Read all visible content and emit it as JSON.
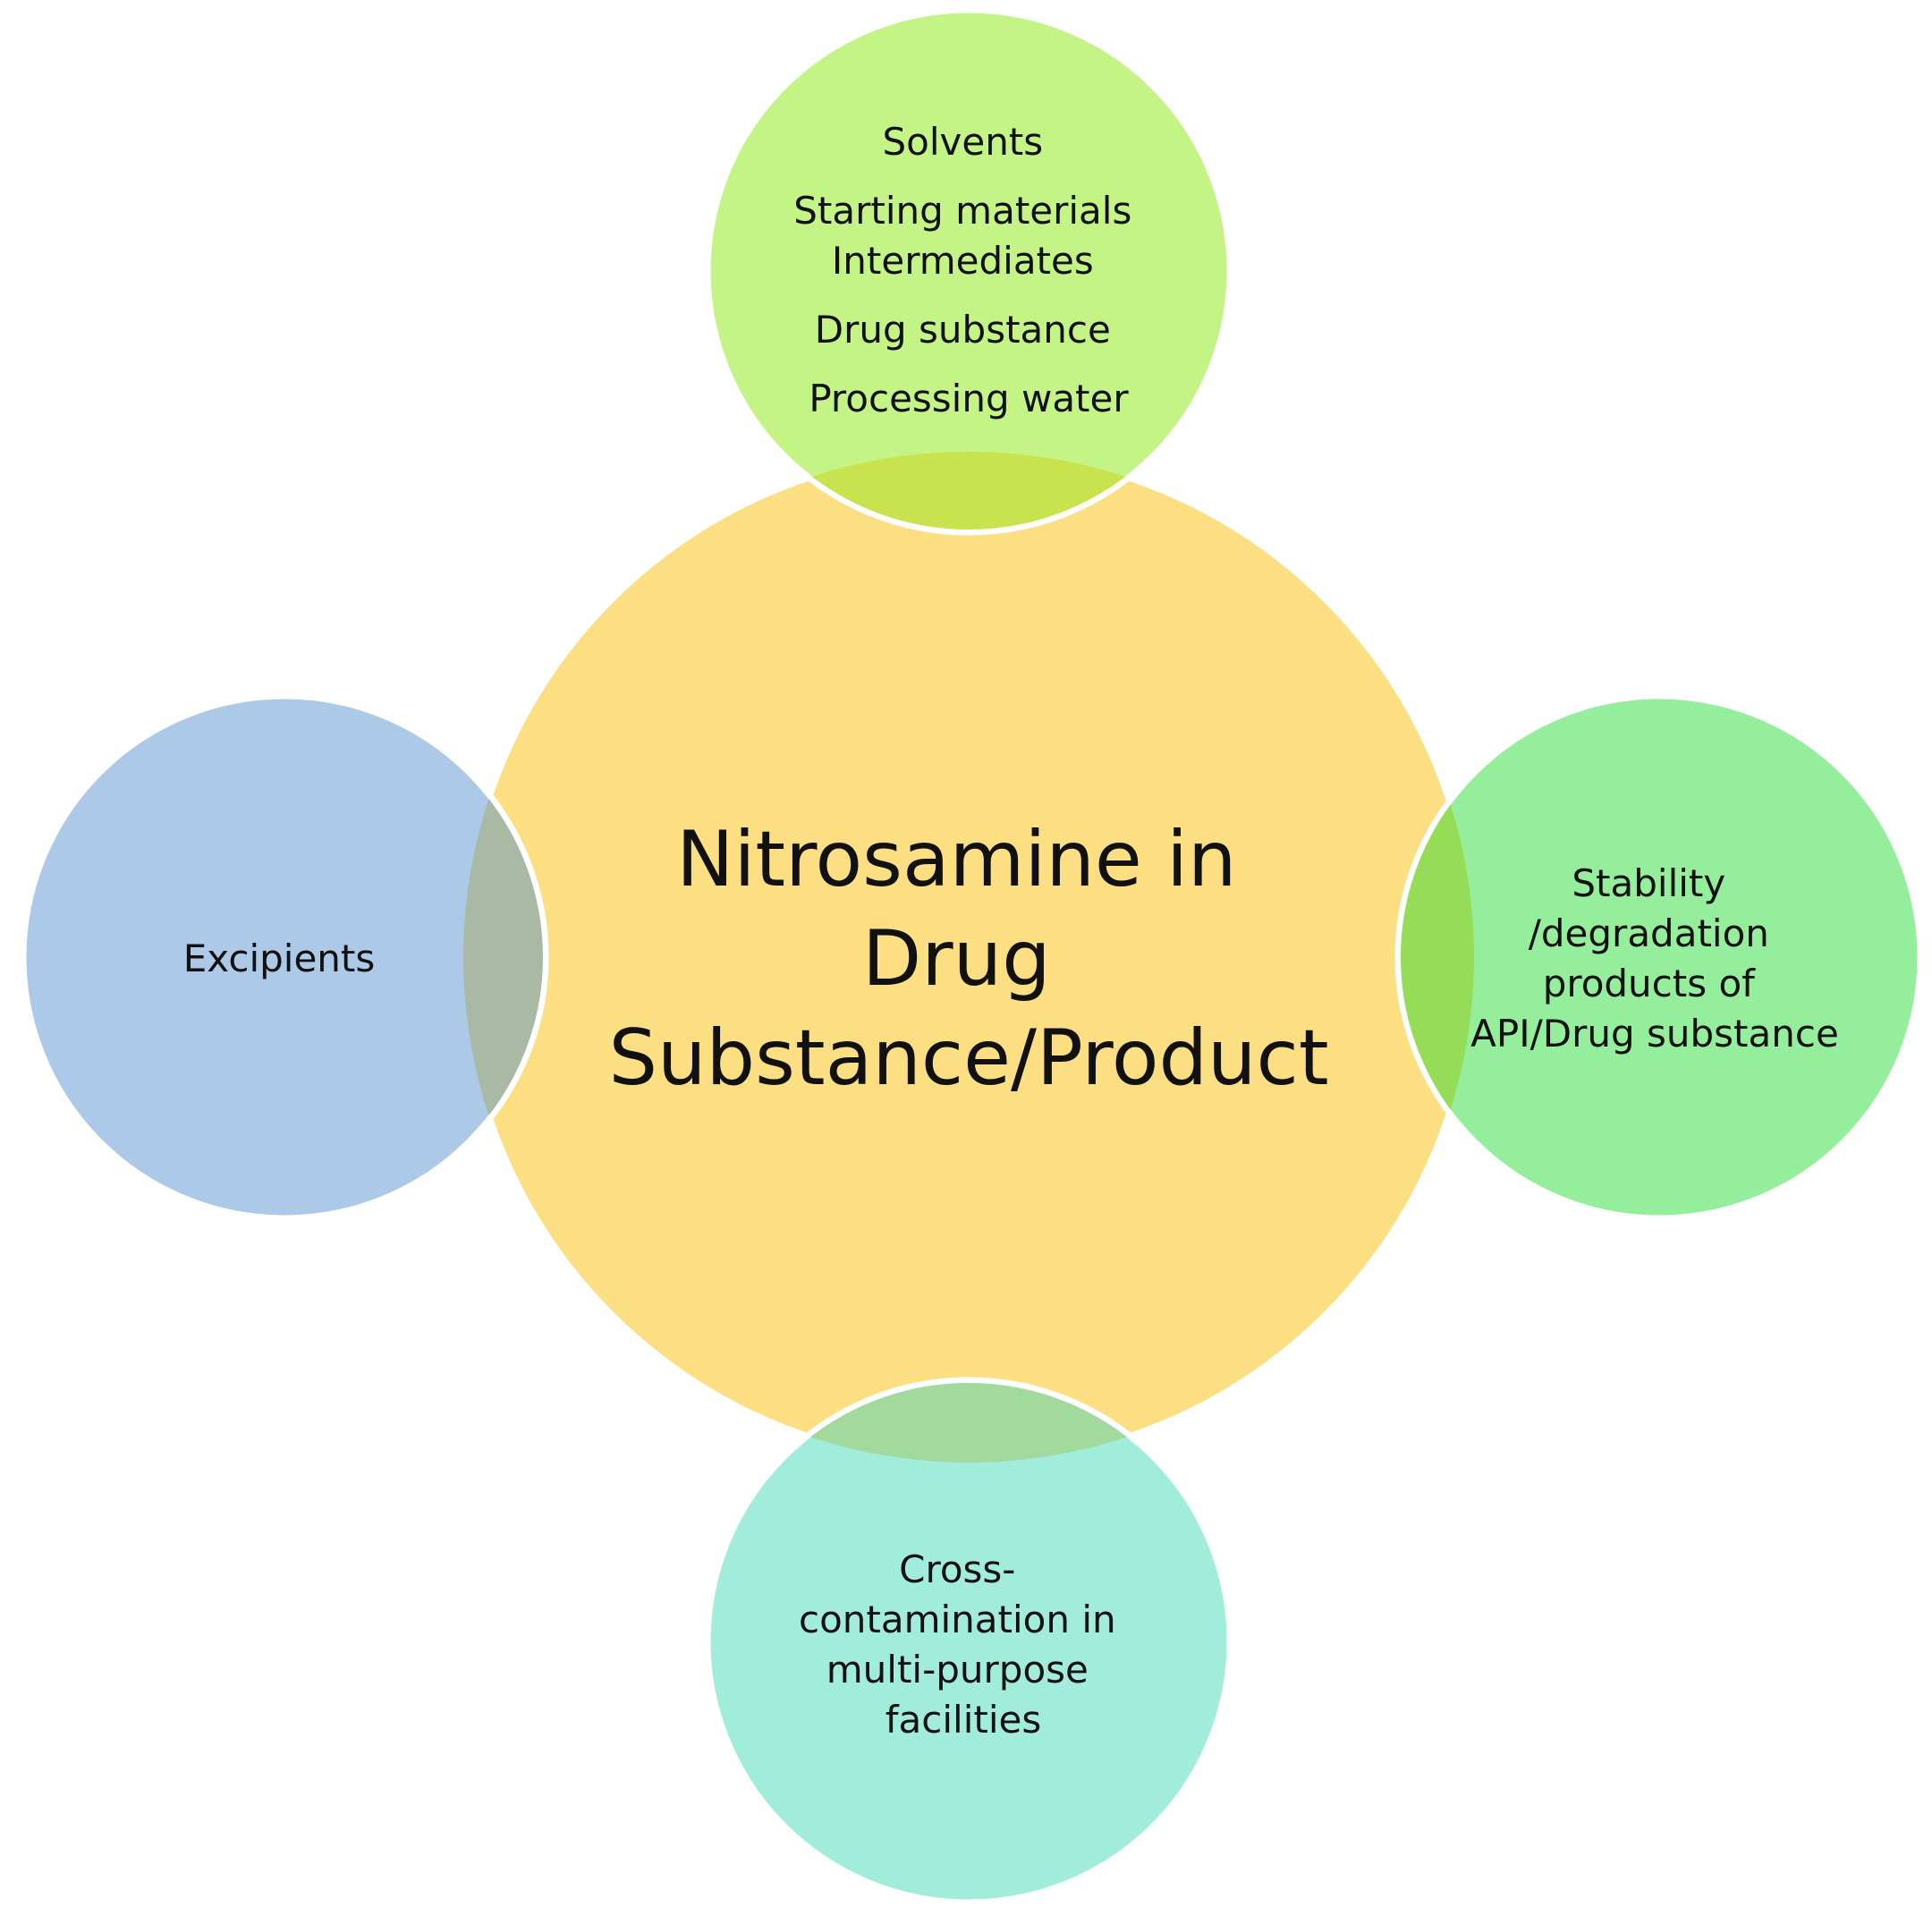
{
  "colors": {
    "center": "#fddf83",
    "top": "#c5f486",
    "left": "#adc9e8",
    "right": "#95ee9c",
    "bottom": "#a2ecdb"
  },
  "center": {
    "lines": [
      "Nitrosamine in",
      "Drug",
      "Substance/Product"
    ]
  },
  "satellites": {
    "top": {
      "lines": [
        "Solvents",
        "Starting materials",
        "Intermediates",
        "Drug substance",
        "Processing water"
      ]
    },
    "left": {
      "lines": [
        "Excipients"
      ]
    },
    "right": {
      "lines": [
        "Stability",
        "/degradation",
        "products of",
        "API/Drug substance"
      ]
    },
    "bottom": {
      "lines": [
        "Cross-",
        "contamination in",
        "multi-purpose",
        "facilities"
      ]
    }
  }
}
